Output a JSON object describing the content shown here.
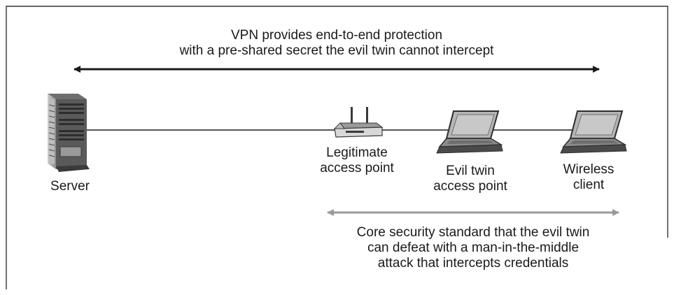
{
  "vpn_caption": {
    "line1": "VPN provides end-to-end protection",
    "line2": "with a pre-shared secret the evil twin cannot intercept"
  },
  "nodes": {
    "server": {
      "label": "Server",
      "icon": "server-tower-icon"
    },
    "legit_ap": {
      "line1": "Legitimate",
      "line2": "access point",
      "icon": "wireless-router-icon"
    },
    "evil_ap": {
      "line1": "Evil twin",
      "line2": "access point",
      "icon": "laptop-icon"
    },
    "client": {
      "line1": "Wireless",
      "line2": "client",
      "icon": "laptop-icon"
    }
  },
  "core_caption": {
    "line1": "Core security standard that the evil twin",
    "line2": "can defeat with a man-in-the-middle",
    "line3": "attack that intercepts credentials"
  },
  "colors": {
    "frame": "#333333",
    "vpn_arrow": "#1a1a1a",
    "core_arrow": "#9a9a9a",
    "device_dark": "#4a4a4a",
    "device_mid": "#8c8c8c",
    "device_light": "#cfcfcf",
    "screen": "#b5b5b5"
  }
}
